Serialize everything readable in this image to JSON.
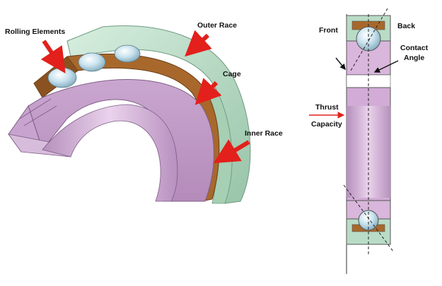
{
  "labels": {
    "rolling_elements": "Rolling Elements",
    "outer_race": "Outer Race",
    "cage": "Cage",
    "inner_race": "Inner Race",
    "front": "Front",
    "back": "Back",
    "contact_angle_1": "Contact",
    "contact_angle_2": "Angle",
    "thrust": "Thrust",
    "capacity": "Capacity"
  },
  "colors": {
    "outer_race": "#b9dcc6",
    "inner_race": "#d9b6dc",
    "cage": "#a8682c",
    "ball": "#b8d6e4",
    "callout_arrow": "#e3201b",
    "outline": "#333333"
  }
}
